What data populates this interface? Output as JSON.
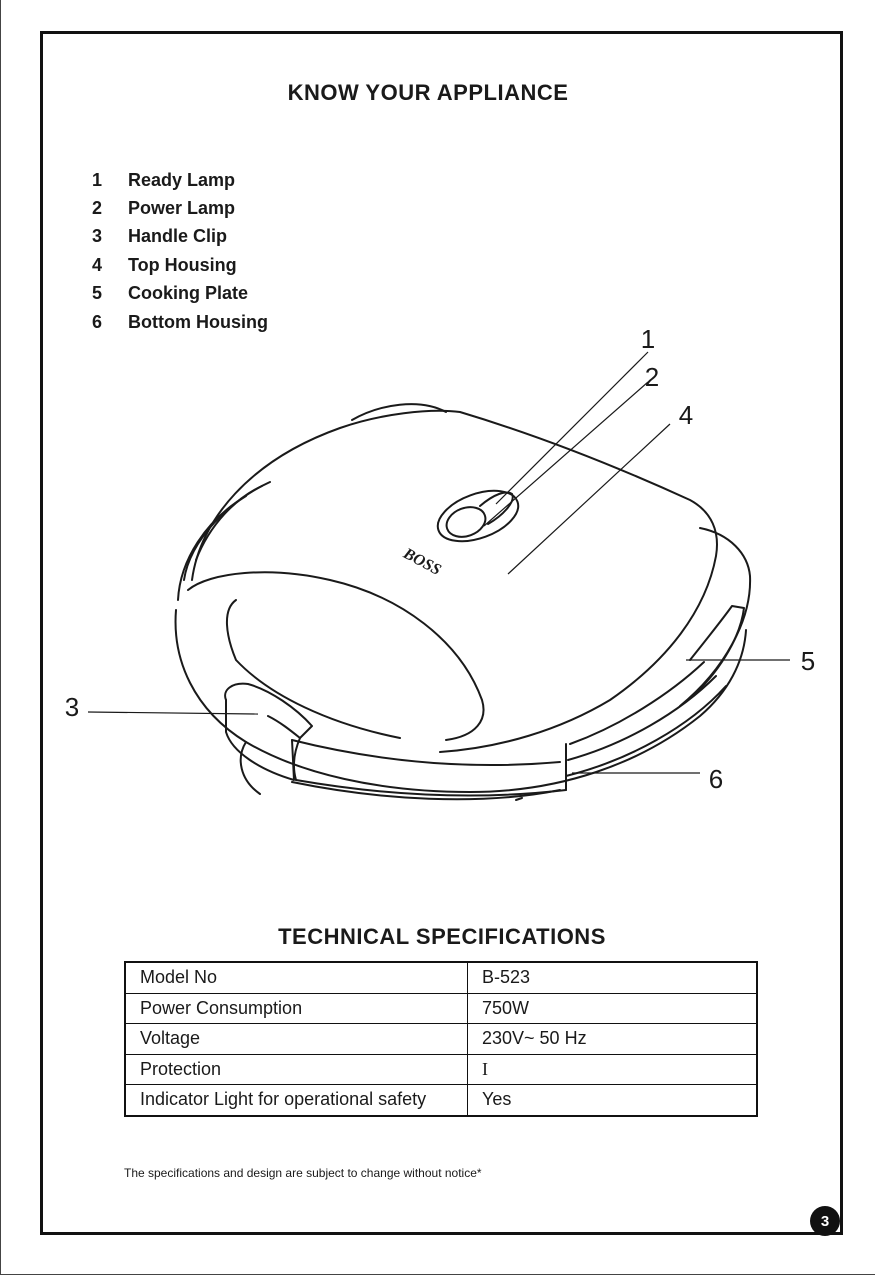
{
  "appliance_section": {
    "title": "KNOW YOUR APPLIANCE",
    "parts": [
      {
        "num": "1",
        "label": "Ready Lamp"
      },
      {
        "num": "2",
        "label": "Power Lamp"
      },
      {
        "num": "3",
        "label": "Handle Clip"
      },
      {
        "num": "4",
        "label": "Top Housing"
      },
      {
        "num": "5",
        "label": "Cooking Plate"
      },
      {
        "num": "6",
        "label": "Bottom Housing"
      }
    ],
    "diagram": {
      "brand_logo": "BOSS",
      "callouts": [
        "1",
        "2",
        "3",
        "4",
        "5",
        "6"
      ]
    }
  },
  "specs_section": {
    "title": "TECHNICAL SPECIFICATIONS",
    "rows": [
      {
        "label": "Model No",
        "value": "B-523"
      },
      {
        "label": "Power Consumption",
        "value": "750W"
      },
      {
        "label": "Voltage",
        "value": "230V~ 50 Hz"
      },
      {
        "label": "Protection",
        "value": "I"
      },
      {
        "label": "Indicator Light for operational safety",
        "value": "Yes"
      }
    ]
  },
  "footnote": "The specifications and design are subject to change without notice*",
  "page_number": "3"
}
